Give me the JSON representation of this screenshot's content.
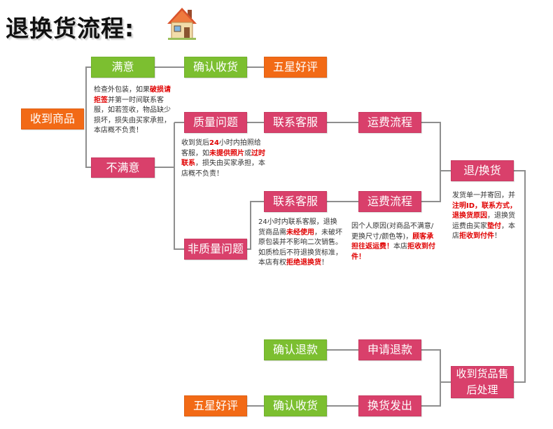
{
  "title": "退换货流程:",
  "boxes": {
    "received": "收到商品",
    "satisfied": "满意",
    "confirm_receipt_top": "确认收货",
    "five_star_top": "五星好评",
    "quality_issue": "质量问题",
    "contact_cs_1": "联系客服",
    "shipping_flow_1": "运费流程",
    "unsatisfied": "不满意",
    "contact_cs_2": "联系客服",
    "shipping_flow_2": "运费流程",
    "non_quality_issue": "非质量问题",
    "return_exchange": "退/换货",
    "confirm_refund": "确认退款",
    "apply_refund": "申请退款",
    "after_sale": "收到货品售后处理",
    "five_star_bottom": "五星好评",
    "confirm_receipt_bottom": "确认收货",
    "exchange_shipped": "换货发出"
  },
  "notes": {
    "inspect": [
      {
        "t": "检查外包装，如果"
      },
      {
        "t": "破损请拒签",
        "red": true
      },
      {
        "t": "并第一时间联系客服，如若签收，物品缺少损坏，损失由买家承担，本店概不负责！"
      }
    ],
    "quality": [
      {
        "t": "收到货后"
      },
      {
        "t": "24",
        "red": true
      },
      {
        "t": "小时内拍照给客服，如"
      },
      {
        "t": "未提供照片",
        "red": true
      },
      {
        "t": "或"
      },
      {
        "t": "过时联系",
        "red": true
      },
      {
        "t": "，损失由买家承担，本店概不负责！"
      }
    ],
    "non_quality": [
      {
        "t": "24小时内联系客服，退换货商品需"
      },
      {
        "t": "未经使用",
        "red": true
      },
      {
        "t": "，未破坏原包装并不影响二次销售。如质检后不符退换货标准，本店有权"
      },
      {
        "t": "拒绝退换货",
        "red": true
      },
      {
        "t": "！"
      }
    ],
    "personal": [
      {
        "t": "因个人原因(对商品不满意/更换尺寸/颜色等)，"
      },
      {
        "t": "顾客承担往返运费！",
        "red": true
      },
      {
        "t": "本店"
      },
      {
        "t": "拒收到付件！",
        "red": true
      }
    ],
    "return_note": [
      {
        "t": "发货单一并寄回，并"
      },
      {
        "t": "注明ID，联系方式，退换货原因",
        "red": true
      },
      {
        "t": "，退换货运费由买家"
      },
      {
        "t": "垫付",
        "red": true
      },
      {
        "t": "，本店"
      },
      {
        "t": "拒收到付件",
        "red": true
      },
      {
        "t": "！"
      }
    ]
  }
}
